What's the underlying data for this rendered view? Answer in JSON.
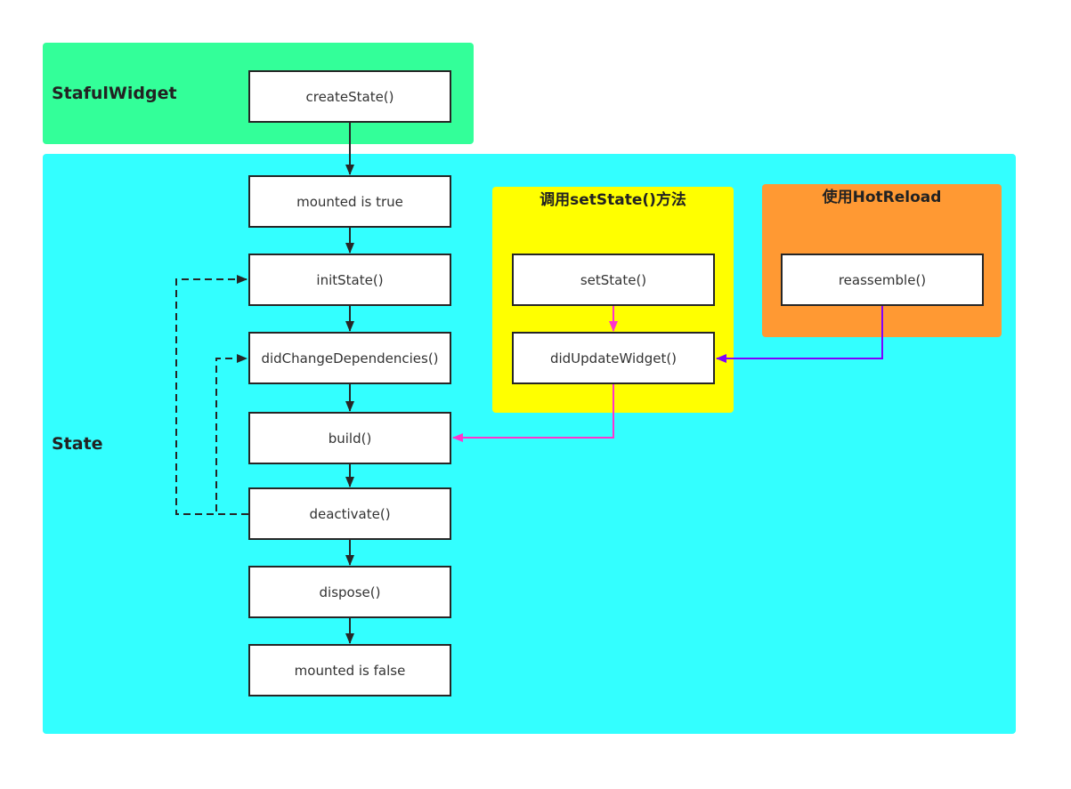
{
  "regions": {
    "widget": {
      "label": "StafulWidget",
      "color": "#33ff99"
    },
    "state": {
      "label": "State",
      "color": "#33ffff"
    },
    "setstate": {
      "label": "调用setState()方法",
      "color": "#ffff00"
    },
    "hotreload": {
      "label": "使用HotReload",
      "color": "#ff9933"
    }
  },
  "nodes": {
    "create_state": "createState()",
    "mounted_true": "mounted is true",
    "init_state": "initState()",
    "did_change_dependencies": "didChangeDependencies()",
    "build": "build()",
    "deactivate": "deactivate()",
    "dispose": "dispose()",
    "mounted_false": "mounted is false",
    "set_state": "setState()",
    "did_update_widget": "didUpdateWidget()",
    "reassemble": "reassemble()"
  },
  "edge_colors": {
    "main": "#262626",
    "pink": "#ff33cc",
    "purple": "#8000ff"
  }
}
